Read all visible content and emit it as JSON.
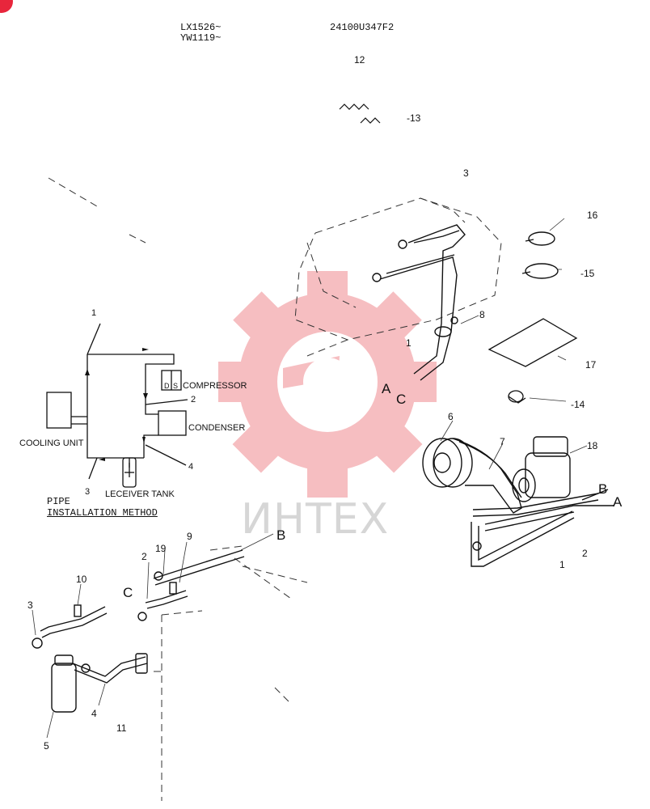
{
  "header": {
    "models_line1": "LX1526~",
    "models_line2": "YW1119~",
    "part_code": "24100U347F2"
  },
  "schematic": {
    "title_line1": "PIPE",
    "title_line2": "INSTALLATION METHOD",
    "labels": {
      "compressor": "COMPRESSOR",
      "condenser": "CONDENSER",
      "cooling_unit": "COOLING UNIT",
      "receiver_tank": "LECEIVER TANK",
      "port_d": "D",
      "port_s": "S"
    },
    "callouts": [
      "1",
      "2",
      "3",
      "4"
    ]
  },
  "callouts": {
    "c12": "12",
    "c13": "-13",
    "c3": "3",
    "c16": "16",
    "c15": "-15",
    "c8": "8",
    "c1": "1",
    "c17": "17",
    "c14": "-14",
    "c6": "6",
    "c7": "7",
    "c18": "18",
    "c2r": "2",
    "c1r": "1",
    "c19": "19",
    "c9": "9",
    "c2l": "2",
    "c10": "10",
    "c3l": "3",
    "c4": "4",
    "c5": "5",
    "c11": "11"
  },
  "connectors": {
    "A1": "A",
    "C1": "C",
    "B1": "B",
    "A2": "A",
    "B2": "B",
    "C2": "C"
  },
  "watermark": {
    "text": "ИНТЕХ",
    "color": "#f08a8f"
  },
  "colors": {
    "ink": "#111111",
    "badge": "#e8263c"
  }
}
